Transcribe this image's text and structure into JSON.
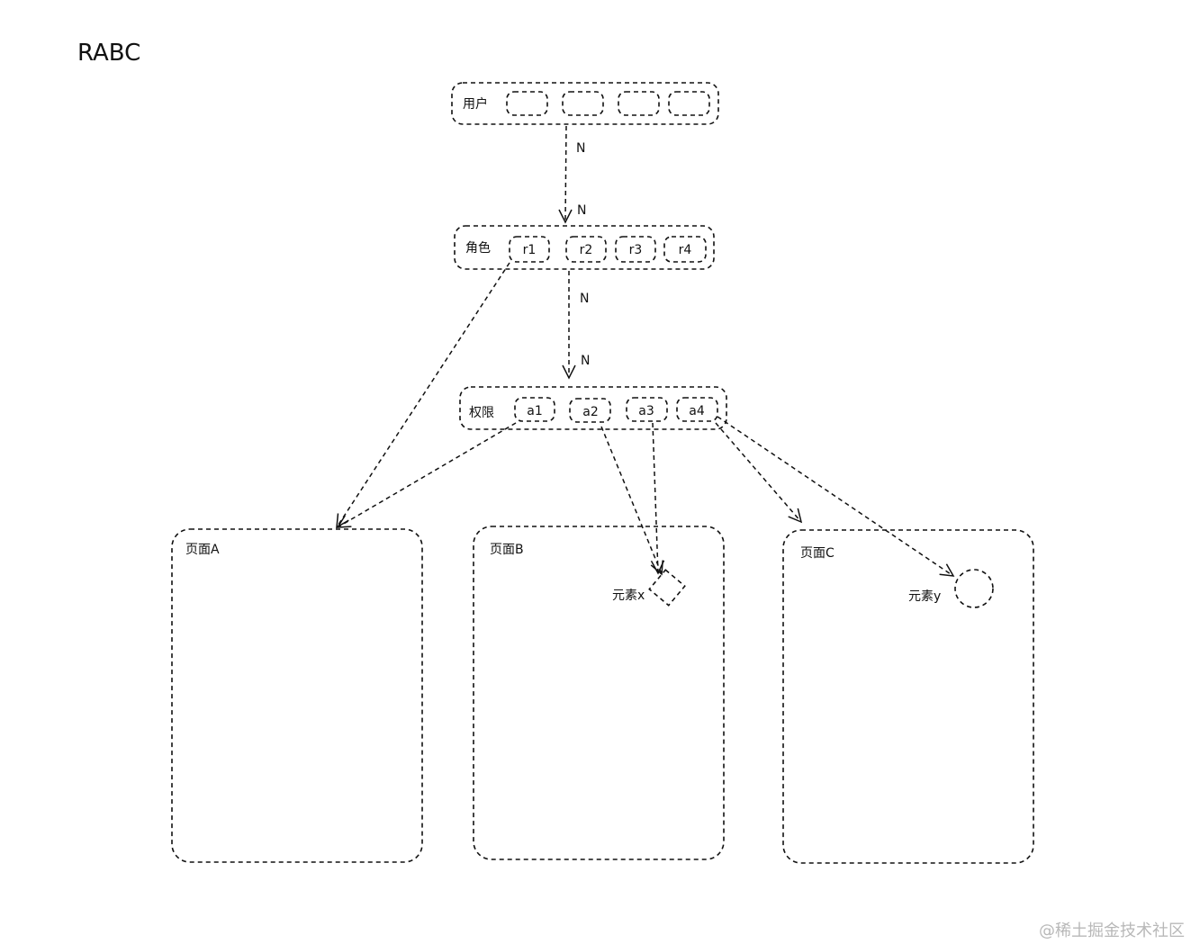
{
  "title": "RABC",
  "user_group": {
    "label": "用户",
    "items": [
      "",
      "",
      "",
      ""
    ]
  },
  "role_group": {
    "label": "角色",
    "items": [
      "r1",
      "r2",
      "r3",
      "r4"
    ]
  },
  "perm_group": {
    "label": "权限",
    "items": [
      "a1",
      "a2",
      "a3",
      "a4"
    ]
  },
  "edges": {
    "user_role": {
      "from_mult": "N",
      "to_mult": "N"
    },
    "role_perm": {
      "from_mult": "N",
      "to_mult": "N"
    }
  },
  "pages": [
    {
      "label": "页面A"
    },
    {
      "label": "页面B",
      "element": "元素x"
    },
    {
      "label": "页面C",
      "element": "元素y"
    }
  ],
  "watermark": "@稀土掘金技术社区"
}
